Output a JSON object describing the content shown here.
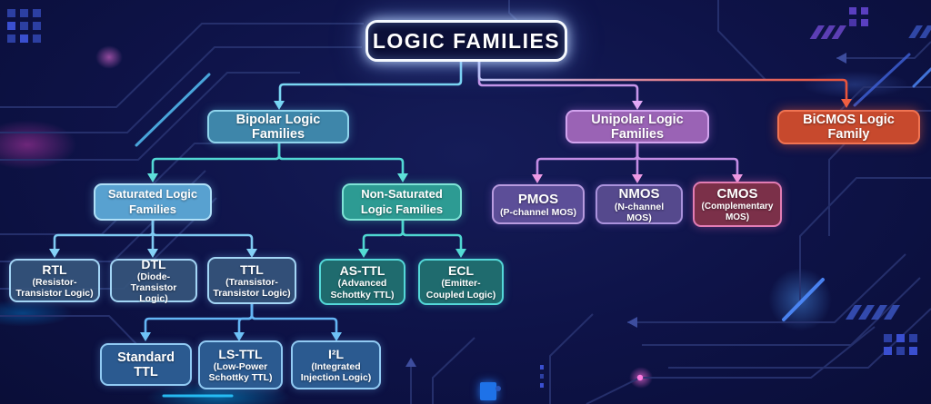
{
  "title": {
    "label": "LOGIC FAMILIES"
  },
  "nodes": {
    "bipolar": {
      "title": "Bipolar Logic Families"
    },
    "unipolar": {
      "title": "Unipolar Logic Families"
    },
    "bicmos": {
      "title": "BiCMOS Logic Family"
    },
    "saturated": {
      "title": "Saturated Logic Families"
    },
    "nonsaturated": {
      "title": "Non-Saturated Logic Families"
    },
    "pmos": {
      "title": "PMOS",
      "sub": "(P-channel MOS)"
    },
    "nmos": {
      "title": "NMOS",
      "sub": "(N-channel MOS)"
    },
    "cmos": {
      "title": "CMOS",
      "sub": "(Complementary MOS)"
    },
    "rtl": {
      "title": "RTL",
      "sub": "(Resistor-Transistor Logic)"
    },
    "dtl": {
      "title": "DTL",
      "sub": "(Diode-Transistor Logic)"
    },
    "ttl": {
      "title": "TTL",
      "sub": "(Transistor-Transistor Logic)"
    },
    "asttl": {
      "title": "AS-TTL",
      "sub": "(Advanced Schottky TTL)"
    },
    "ecl": {
      "title": "ECL",
      "sub": "(Emitter-Coupled Logic)"
    },
    "stdttl": {
      "title": "Standard TTL"
    },
    "lsttl": {
      "title": "LS-TTL",
      "sub": "(Low-Power Schottky TTL)"
    },
    "i2l": {
      "title": "I²L",
      "sub": "(Integrated Injection Logic)"
    }
  },
  "colors": {
    "background": "#0e1348",
    "title_border": "#f6faff",
    "bipolar_fill": "#3e86aa",
    "unipolar_fill": "#9a63b5",
    "bicmos_fill": "#c7492d",
    "saturated_fill": "#58a1d0",
    "nonsaturated_fill": "#2d9b93",
    "pmos_fill": "#5c4e98",
    "cmos_fill": "#7b3049",
    "ttl_row_fill": "#35557c",
    "ecl_row_fill": "#1f6b6e",
    "bottom_row_fill": "#2b5a90",
    "connector_cyan": "#7ad6f2",
    "connector_purple": "#c795e9",
    "connector_red": "#e9543c",
    "connector_teal": "#52d8d4",
    "connector_blue": "#64b6f5",
    "connector_pink": "#ee9be4"
  }
}
